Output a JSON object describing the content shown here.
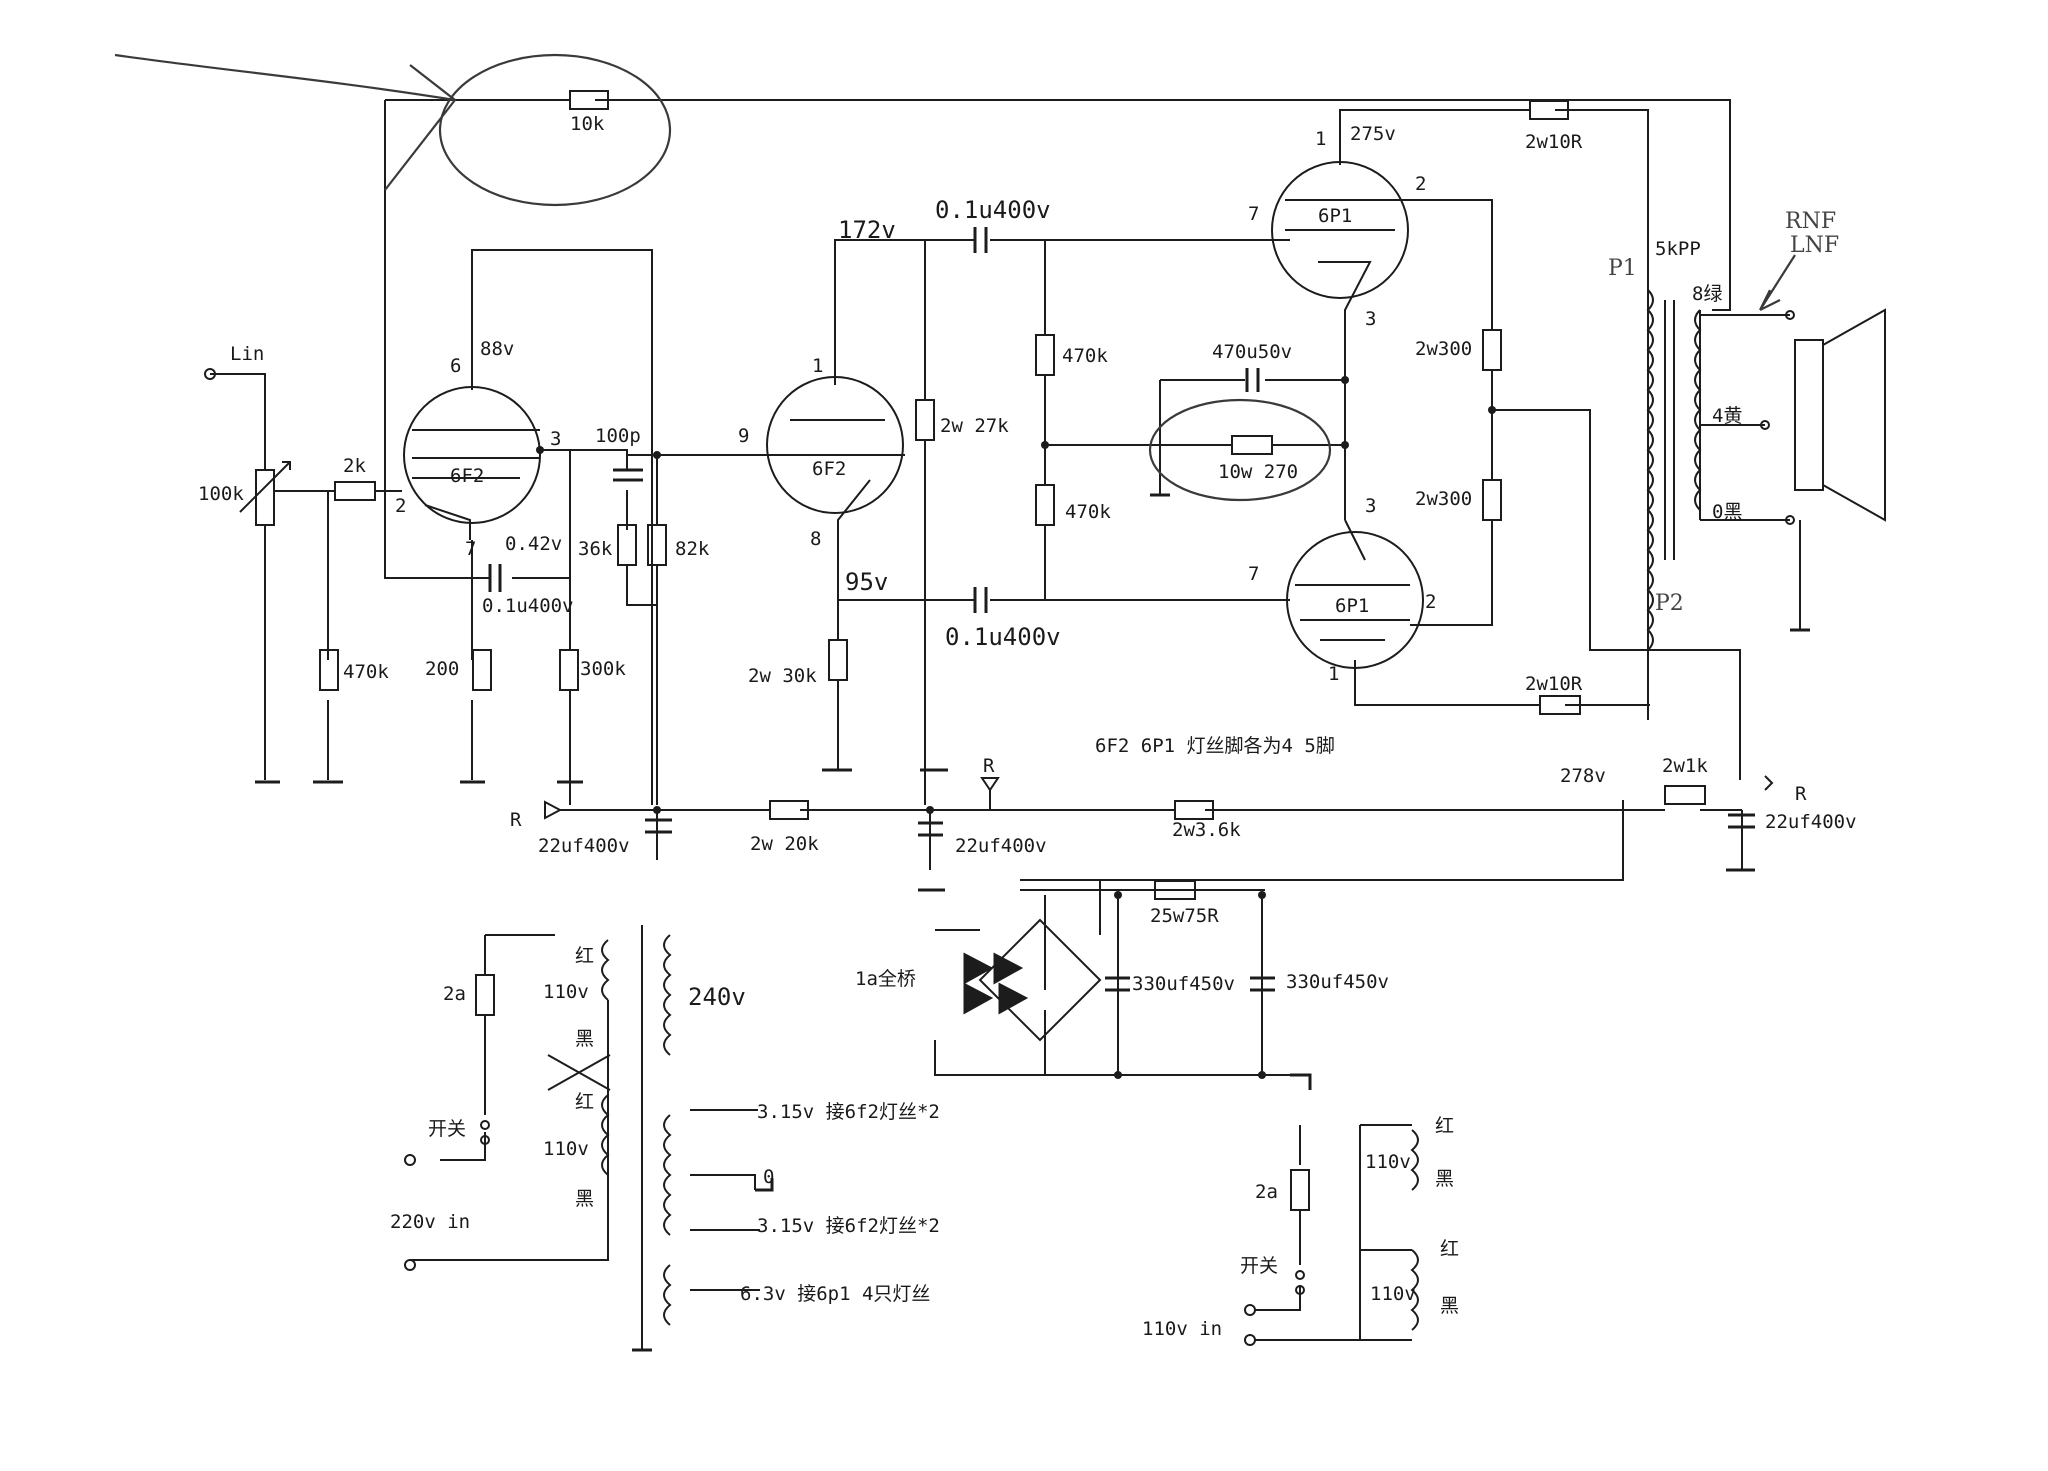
{
  "labels": {
    "lin": "Lin",
    "pot_100k": "100k",
    "r_2k": "2k",
    "r_470k_in": "470k",
    "r_200": "200",
    "r_300k": "300k",
    "r_10k": "10k",
    "v_88": "88v",
    "tube_6f2_a": "6F2",
    "pin6": "6",
    "pin3_a": "3",
    "pin2_a": "2",
    "pin7_a": "7",
    "v_042": "0.42v",
    "cap_01u_a": "0.1u400v",
    "cap_100p": "100p",
    "r_36k": "36k",
    "r_82k": "82k",
    "pin9": "9",
    "pin1_b": "1",
    "pin8": "8",
    "tube_6f2_b": "6F2",
    "v_172": "172v",
    "v_95": "95v",
    "r_27k": "2w 27k",
    "r_30k": "2w 30k",
    "cap_01u_top": "0.1u400v",
    "cap_01u_bot": "0.1u400v",
    "r_470k_b": "470k",
    "r_470k_c": "470k",
    "cap_470u": "470u50v",
    "r_10w270": "10w 270",
    "tube_6p1_top": "6P1",
    "tube_6p1_bot": "6P1",
    "pin1_c": "1",
    "pin2_c": "2",
    "pin7_c": "7",
    "pin3_c": "3",
    "pin3_d": "3",
    "pin7_d": "7",
    "pin2_d": "2",
    "pin1_d": "1",
    "v_275": "275v",
    "r_2w10r_top": "2w10R",
    "r_2w10r_bot": "2w10R",
    "r_2w300_a": "2w300",
    "r_2w300_b": "2w300",
    "opt": "5kPP",
    "p1": "P1",
    "p2": "P2",
    "tap8": "8绿",
    "tap4": "4黄",
    "tap0": "0黑",
    "rnf": "RNF",
    "lnf": "LNF",
    "filament_note": "6F2  6P1 灯丝脚各为4  5脚",
    "r_left": "R",
    "r_mid": "R",
    "r_right": "R",
    "cap_22u_a": "22uf400v",
    "cap_22u_b": "22uf400v",
    "cap_22u_c": "22uf400v",
    "r_20k": "2w 20k",
    "r_3k6": "2w3.6k",
    "v_278": "278v",
    "r_2w1k": "2w1k",
    "r_25w75": "25w75R",
    "cap_330_a": "330uf450v",
    "cap_330_b": "330uf450v",
    "bridge": "1a全桥",
    "sec_240": "240v",
    "fuse_a": "2a",
    "pri_110a": "110v",
    "pri_110b": "110v",
    "red_a": "红",
    "black_a": "黑",
    "red_b": "红",
    "black_b": "黑",
    "switch_a": "开关",
    "in_220": "220v in",
    "fil_a": "3.15v 接6f2灯丝*2",
    "fil_b": "3.15v 接6f2灯丝*2",
    "fil_zero": "0",
    "fil_c": "6.3v 接6p1 4只灯丝",
    "fuse_b": "2a",
    "pri_110c": "110v",
    "pri_110d": "110v",
    "red_c": "红",
    "black_c": "黑",
    "red_d": "红",
    "black_d": "黑",
    "switch_b": "开关",
    "in_110": "110v in"
  }
}
